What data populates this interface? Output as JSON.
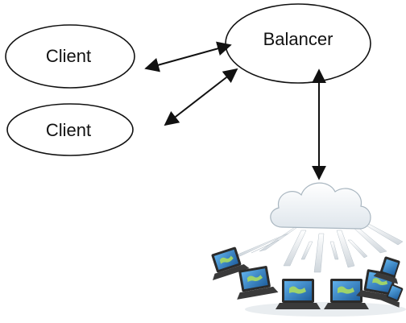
{
  "nodes": {
    "client_1": {
      "label": "Client"
    },
    "client_2": {
      "label": "Client"
    },
    "balancer": {
      "label": "Balancer"
    }
  },
  "connections": [
    {
      "from": "client_1",
      "to": "balancer",
      "direction": "bidirectional"
    },
    {
      "from": "client_2",
      "to": "balancer",
      "direction": "bidirectional"
    },
    {
      "from": "balancer",
      "to": "server-cloud",
      "direction": "bidirectional"
    }
  ],
  "illustration": {
    "name": "cloud-network-icon",
    "laptop_count": 7,
    "colors": {
      "cloud_fill": "#eef2f5",
      "cloud_stroke": "#a9b6c0",
      "laptop_body": "#2b2b2b",
      "screen_map": "#2f7fc8",
      "arrow": "#111111"
    }
  }
}
